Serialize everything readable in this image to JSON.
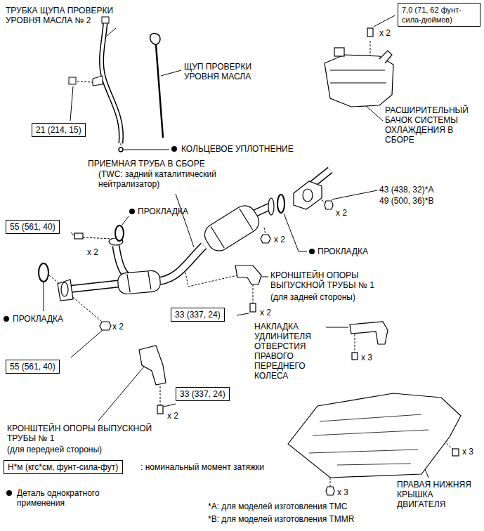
{
  "diagram": {
    "nodes": [
      {
        "text": [
          "7,0 (71, 62 фунт-сила-дюймов)"
        ]
      },
      {
        "text": [
          "21 (214, 15)"
        ]
      },
      {
        "text": [
          "55 (561, 40)"
        ]
      },
      {
        "text": [
          "33 (337, 24)"
        ]
      },
      {
        "text": [
          "55 (561, 40)"
        ]
      },
      {
        "text": [
          "33 (337, 24)"
        ]
      },
      {
        "text": [
          "Н*м (кгс*см, фунт-сила-фут)"
        ]
      }
    ],
    "labels": [
      "ТРУБКА ЩУПА ПРОВЕРКИ УРОВНЯ МАСЛА № 2",
      "ЩУП ПРОВЕРКИ УРОВНЯ МАСЛА",
      "КОЛЬЦЕВОЕ УПЛОТНЕНИЕ",
      "ПРИЕМНАЯ ТРУБА В СБОРЕ",
      "(TWC: задний каталитический нейтрализатор)",
      "ПРОКЛАДКА",
      "x 2",
      "РАСШИРИТЕЛЬНЫЙ БАЧОК СИСТЕМЫ ОХЛАЖДЕНИЯ В СБОРЕ",
      "43 (438, 32)*A",
      "49 (500, 36)*B",
      "x 2",
      "x 2",
      "ПРОКЛАДКА",
      "x 2",
      "КРОНШТЕЙН ОПОРЫ ВЫПУСКНОЙ ТРУБЫ № 1",
      "(для задней стороны)",
      "x 2",
      "ПРОКЛАДКА",
      "x 2",
      "НАКЛАДКА УДЛИНИТЕЛЯ ОТВЕРСТИЯ ПРАВОГО ПЕРЕДНЕГО КОЛЕСА",
      "x 3",
      "x 2",
      "КРОНШТЕЙН ОПОРЫ ВЫПУСКНОЙ ТРУБЫ № 1",
      "(для передней стороны)",
      "x 3",
      ": номинальный момент затяжки",
      "x 3",
      "ПРАВАЯ НИЖНЯЯ КРЫШКА ДВИГАТЕЛЯ",
      "*A: для моделей изготовления TMC",
      "*B: для моделей изготовления TMMR"
    ],
    "legend": [
      {
        "text": "Деталь однократного применения"
      }
    ]
  }
}
